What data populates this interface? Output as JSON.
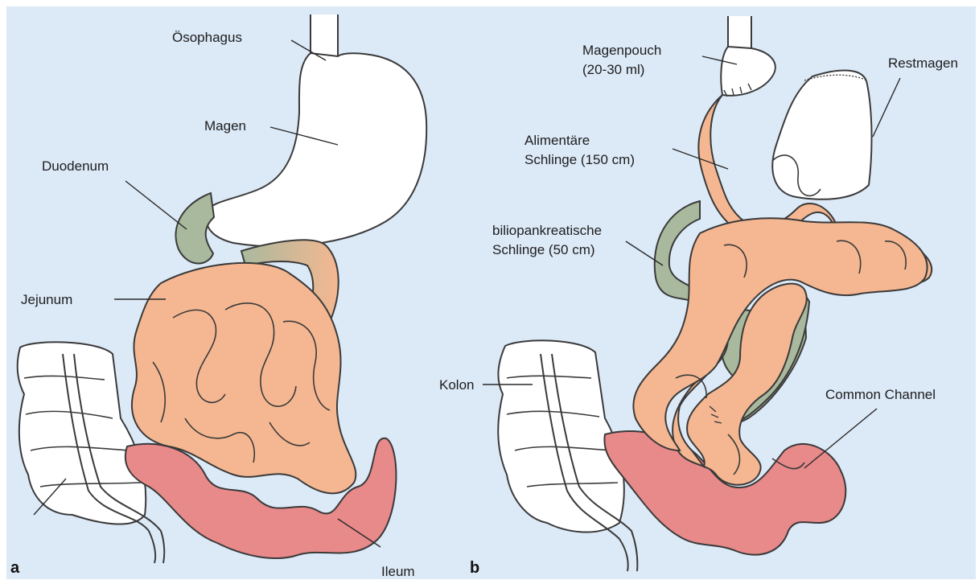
{
  "panels": [
    {
      "letter": "a",
      "labels": {
        "oesophagus": "Ösophagus",
        "magen": "Magen",
        "duodenum": "Duodenum",
        "jejunum": "Jejunum",
        "ileum": "Ileum"
      }
    },
    {
      "letter": "b",
      "labels": {
        "magenpouch_line1": "Magenpouch",
        "magenpouch_line2": "(20-30 ml)",
        "restmagen": "Restmagen",
        "alimentaer_line1": "Alimentäre",
        "alimentaer_line2": "Schlinge (150 cm)",
        "bilio_line1": "biliopankreatische",
        "bilio_line2": "Schlinge (50 cm)",
        "kolon": "Kolon",
        "common_channel": "Common Channel"
      }
    }
  ],
  "colors": {
    "background": "#dce9f7",
    "stomach": "#ffffff",
    "jejunum": "#f5b791",
    "duodenum_biliopancreatic": "#a9b99d",
    "ileum_common_channel": "#e8898a",
    "outline": "#3a3a3a"
  }
}
